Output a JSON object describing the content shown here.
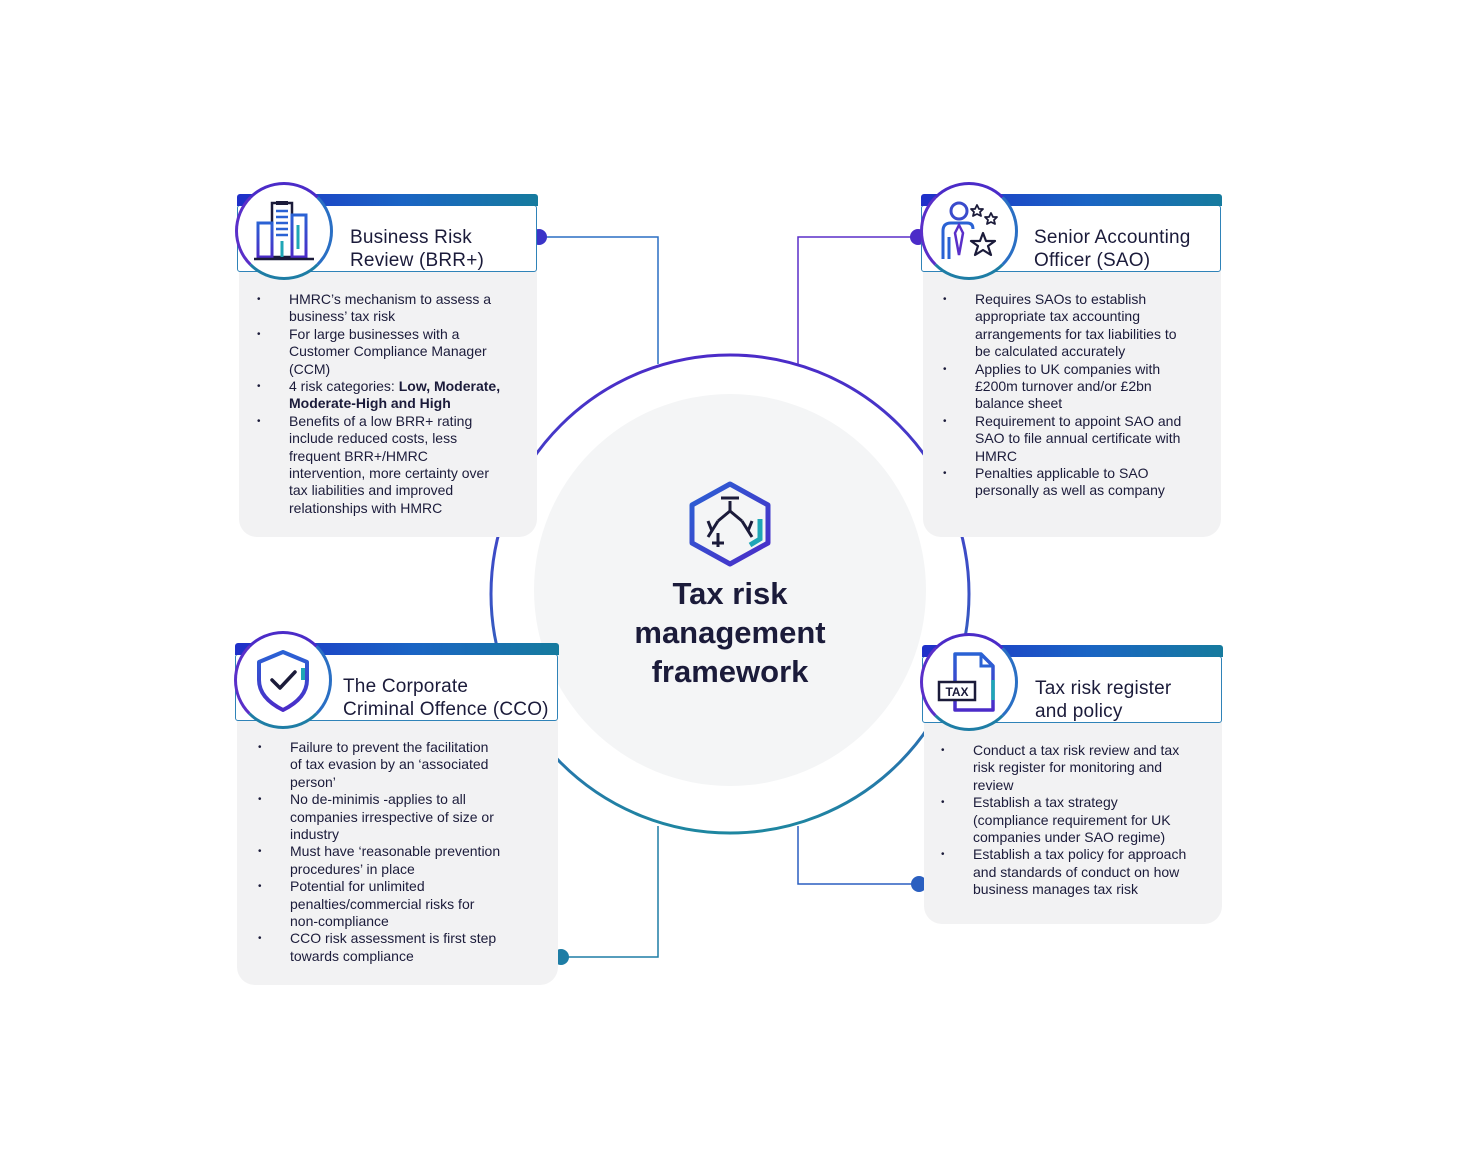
{
  "center": {
    "title_lines": [
      "Tax risk",
      "management",
      "framework"
    ],
    "icon": "cube-network-icon"
  },
  "cards": {
    "brr": {
      "icon": "office-building-icon",
      "title_lines": [
        "Business Risk",
        "Review (BRR+)"
      ],
      "bullets": [
        [
          "HMRC’s mechanism to assess a",
          "business’ tax risk"
        ],
        [
          "For large businesses with a",
          "Customer Compliance Manager",
          "(CCM)"
        ],
        [
          "4 risk categories: ",
          "Moderate-High and High"
        ],
        [
          "Benefits of a low BRR+ rating",
          "include reduced costs, less",
          "frequent BRR+/HMRC",
          "intervention, more certainty over",
          "tax liabilities and improved",
          "relationships with HMRC"
        ]
      ],
      "bold_inline": "Low, Moderate,"
    },
    "sao": {
      "icon": "person-stars-icon",
      "title_lines": [
        "Senior Accounting",
        "Officer (SAO)"
      ],
      "bullets": [
        [
          "Requires SAOs to establish",
          "appropriate tax accounting",
          "arrangements for tax liabilities to",
          "be calculated accurately"
        ],
        [
          "Applies to UK companies with",
          "£200m turnover and/or £2bn",
          "balance sheet"
        ],
        [
          "Requirement to appoint SAO and",
          "SAO to file annual certificate with",
          "HMRC"
        ],
        [
          "Penalties applicable to SAO",
          "personally as well as company"
        ]
      ]
    },
    "cco": {
      "icon": "shield-check-icon",
      "title_lines": [
        "The Corporate",
        "Criminal Offence (CCO)"
      ],
      "bullets": [
        [
          "Failure to prevent the facilitation",
          "of tax evasion by an ‘associated",
          "person’"
        ],
        [
          "No de-minimis -applies to all",
          "companies irrespective of size or",
          "industry"
        ],
        [
          "Must have ‘reasonable prevention",
          "procedures’ in place"
        ],
        [
          "Potential for unlimited",
          "penalties/commercial risks for",
          "non-compliance"
        ],
        [
          "CCO risk assessment is first step",
          "towards compliance"
        ]
      ]
    },
    "register": {
      "icon": "tax-document-icon",
      "icon_text": "TAX",
      "title_lines": [
        "Tax risk register",
        "and policy"
      ],
      "bullets": [
        [
          "Conduct a tax risk review and tax",
          "risk register for monitoring and",
          "review"
        ],
        [
          "Establish a tax strategy",
          "(compliance requirement for UK",
          "companies under SAO regime)"
        ],
        [
          "Establish a tax policy for approach",
          "and standards of conduct on how",
          "business manages tax risk"
        ]
      ]
    }
  },
  "colors": {
    "purple": "#4b2bc8",
    "blue": "#2a6fc4",
    "teal": "#1e7da5",
    "card_bg": "#f2f2f3",
    "text": "#1b1b3a"
  }
}
